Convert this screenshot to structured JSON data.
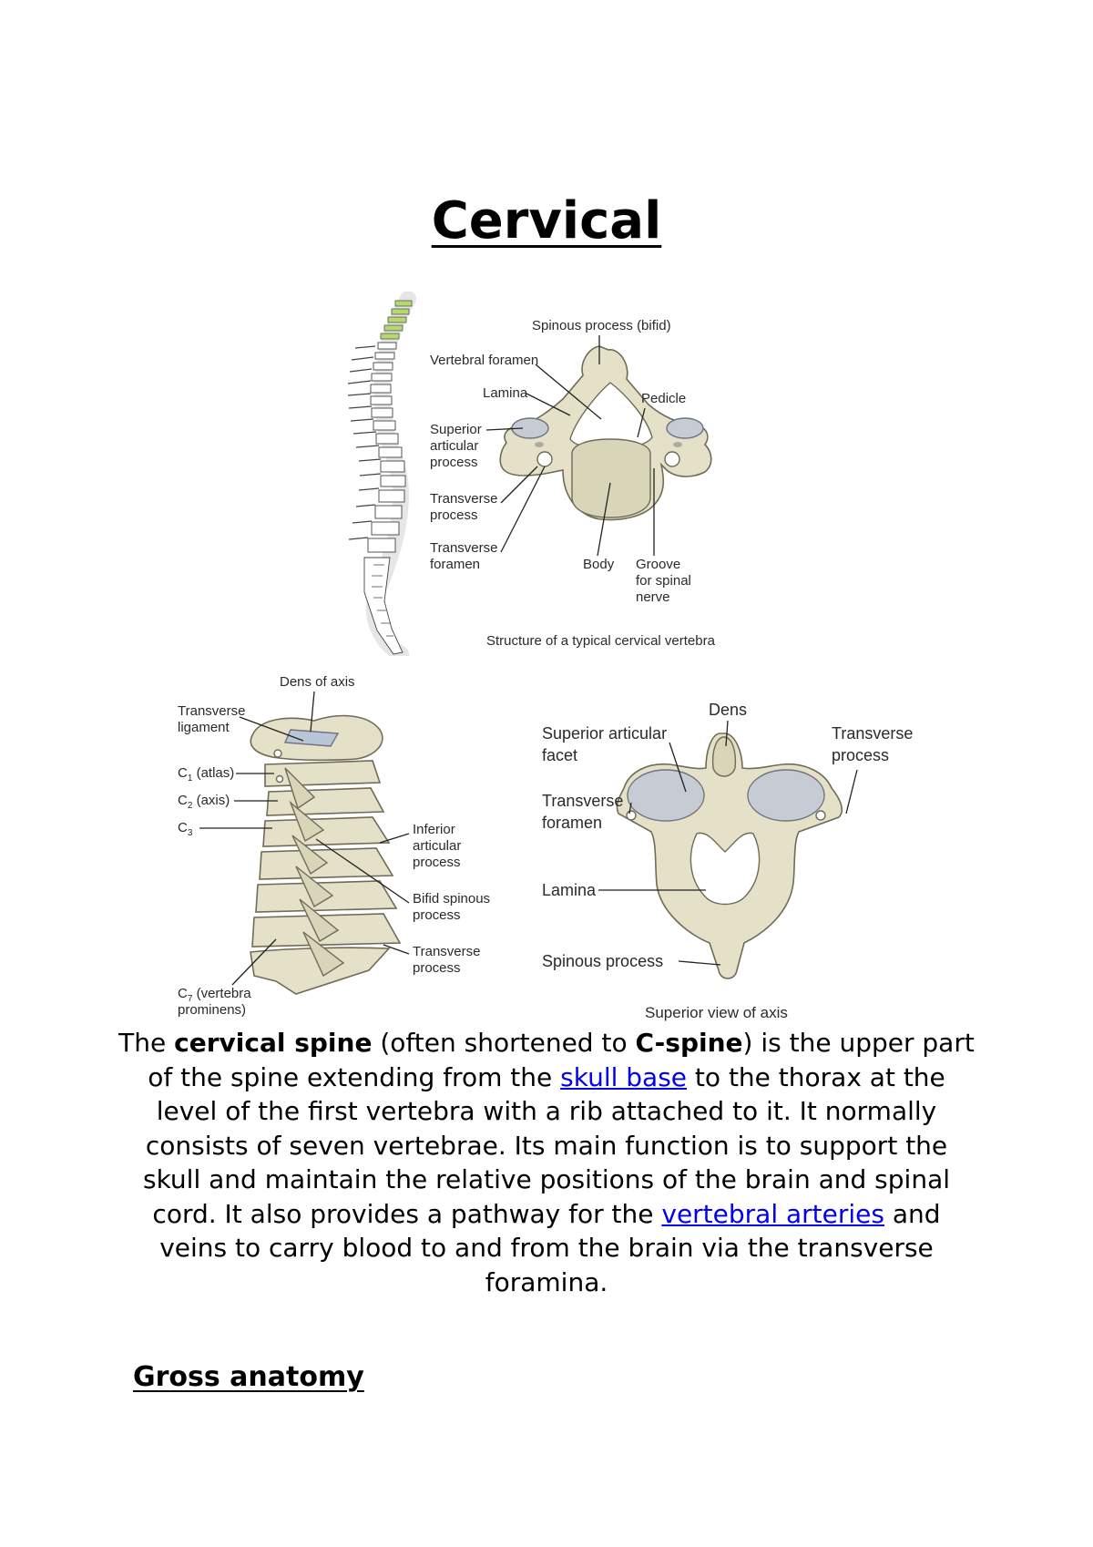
{
  "document": {
    "title": "Cervical",
    "figure1": {
      "labels": {
        "spinous_process": "Spinous process (bifid)",
        "vertebral_foramen": "Vertebral foramen",
        "lamina": "Lamina",
        "pedicle": "Pedicle",
        "superior_articular_1": "Superior",
        "superior_articular_2": "articular",
        "superior_articular_3": "process",
        "transverse_process_1": "Transverse",
        "transverse_process_2": "process",
        "transverse_foramen_1": "Transverse",
        "transverse_foramen_2": "foramen",
        "body": "Body",
        "groove_1": "Groove",
        "groove_2": "for spinal",
        "groove_3": "nerve"
      },
      "caption": "Structure of a typical cervical vertebra"
    },
    "figure2": {
      "labels": {
        "dens_of_axis": "Dens of axis",
        "transverse_ligament_1": "Transverse",
        "transverse_ligament_2": "ligament",
        "c1": "C",
        "c1_sub": "1",
        "c1_rest": " (atlas)",
        "c2": "C",
        "c2_sub": "2",
        "c2_rest": " (axis)",
        "c3": "C",
        "c3_sub": "3",
        "inferior_1": "Inferior",
        "inferior_2": "articular",
        "inferior_3": "process",
        "bifid_1": "Bifid spinous",
        "bifid_2": "process",
        "transverse_1": "Transverse",
        "transverse_2": "process",
        "c7": "C",
        "c7_sub": "7",
        "c7_rest": " (vertebra",
        "c7_2": "prominens)"
      }
    },
    "figure3": {
      "labels": {
        "dens": "Dens",
        "superior_facet_1": "Superior articular",
        "superior_facet_2": "facet",
        "transverse_process_1": "Transverse",
        "transverse_process_2": "process",
        "transverse_foramen_1": "Transverse",
        "transverse_foramen_2": "foramen",
        "lamina": "Lamina",
        "spinous_process": "Spinous process"
      },
      "caption": "Superior view of axis"
    },
    "paragraph": {
      "t1": "The ",
      "b1": "cervical spine",
      "t2": " (often shortened to ",
      "b2": "C-spine",
      "t3": ") is the upper part of the spine extending from the ",
      "link1": "skull base",
      "t4": " to the thorax at the level of the first vertebra with a rib attached to it. It normally consists of seven vertebrae. Its main function is to support the skull and maintain the relative positions of the brain and spinal cord. It also provides a pathway for the ",
      "link2": "vertebral arteries",
      "t5": " and veins to carry blood to and from the brain via the transverse foramina."
    },
    "heading2": "Gross anatomy"
  },
  "colors": {
    "link": "#0000ee",
    "bone": "#e4e1c8",
    "cervical_highlight": "#b5d96b",
    "facet": "#c7ccd4"
  }
}
